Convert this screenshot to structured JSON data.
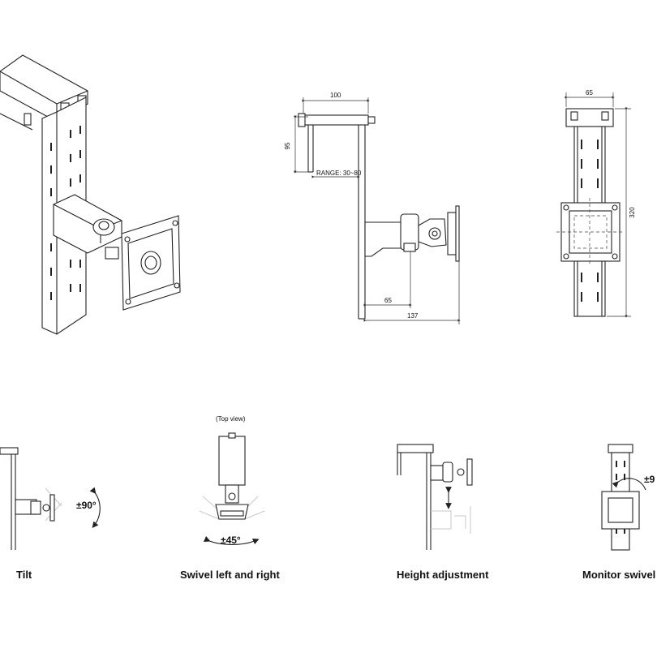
{
  "dimensions": {
    "top_width": "100",
    "top_height": "95",
    "range": "RANGE: 30~80",
    "arm_short": "65",
    "arm_long": "137",
    "front_width": "65",
    "front_height": "320"
  },
  "features": {
    "top_view_note": "(Top view)",
    "tilt_angle": "±90°",
    "swivel_angle": "±45°",
    "rotation_angle": "±9",
    "tilt_label": "Tilt",
    "swivel_label": "Swivel left and right",
    "height_label": "Height adjustment",
    "rotation_label": "Monitor swivel"
  },
  "colors": {
    "line": "#222222",
    "ghost": "#c8c8c8"
  }
}
